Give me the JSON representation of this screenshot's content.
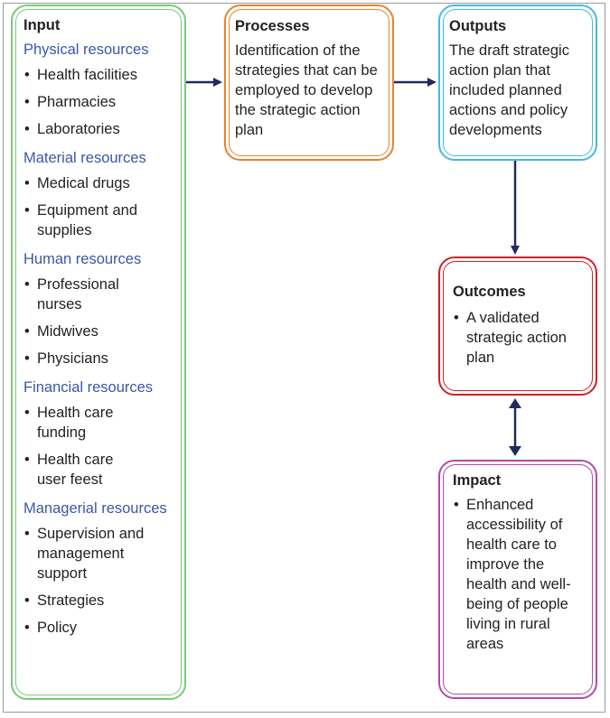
{
  "input": {
    "title": "Input",
    "sections": [
      {
        "heading": "Physical resources",
        "items": [
          "Health facilities",
          "Pharmacies",
          "Laboratories"
        ]
      },
      {
        "heading": "Material resources",
        "items": [
          "Medical drugs",
          "Equipment and supplies"
        ]
      },
      {
        "heading": "Human resources",
        "items": [
          "Professional nurses",
          "Midwives",
          "Physicians"
        ]
      },
      {
        "heading": "Financial resources",
        "items": [
          "Health care funding",
          "Health care user feest"
        ]
      },
      {
        "heading": "Managerial resources",
        "items": [
          "Supervision and management support",
          "Strategies",
          "Policy"
        ]
      }
    ]
  },
  "processes": {
    "title": "Processes",
    "text": "Identification of the strategies that can be employed to develop the strategic action plan"
  },
  "outputs": {
    "title": "Outputs",
    "text": "The draft strategic action plan that included planned actions and policy developments"
  },
  "outcomes": {
    "title": "Outcomes",
    "items": [
      "A validated strategic action plan"
    ]
  },
  "impact": {
    "title": "Impact",
    "items": [
      "Enhanced accessibility of health care to improve the health and well-being of people living in rural areas"
    ]
  },
  "colors": {
    "input": "#79c97a",
    "processes": "#e8832c",
    "outputs": "#45b8e3",
    "outcomes": "#cf2027",
    "impact": "#b14aa6",
    "arrow": "#1f2a5e",
    "section_heading": "#3b57a6"
  }
}
